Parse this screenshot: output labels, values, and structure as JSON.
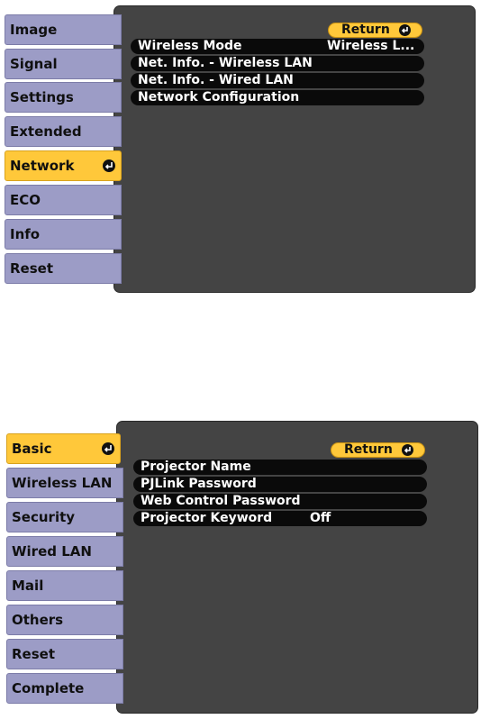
{
  "top_menu": {
    "tabs": [
      {
        "label": "Image"
      },
      {
        "label": "Signal"
      },
      {
        "label": "Settings"
      },
      {
        "label": "Extended"
      },
      {
        "label": "Network",
        "active": true
      },
      {
        "label": "ECO"
      },
      {
        "label": "Info"
      },
      {
        "label": "Reset"
      }
    ],
    "return_label": "Return",
    "rows": [
      {
        "label": "Wireless Mode",
        "value": "Wireless L..."
      },
      {
        "label": "Net. Info. - Wireless LAN",
        "value": ""
      },
      {
        "label": "Net. Info. - Wired LAN",
        "value": ""
      },
      {
        "label": "Network Configuration",
        "value": ""
      }
    ]
  },
  "bottom_menu": {
    "tabs": [
      {
        "label": "Basic",
        "active": true
      },
      {
        "label": "Wireless LAN"
      },
      {
        "label": "Security"
      },
      {
        "label": "Wired LAN"
      },
      {
        "label": "Mail"
      },
      {
        "label": "Others"
      },
      {
        "label": "Reset"
      },
      {
        "label": "Complete"
      }
    ],
    "return_label": "Return",
    "rows": [
      {
        "label": "Projector Name",
        "value": ""
      },
      {
        "label": "PJLink Password",
        "value": ""
      },
      {
        "label": "Web Control Password",
        "value": ""
      },
      {
        "label": "Projector Keyword",
        "value": "Off"
      }
    ]
  },
  "colors": {
    "tab_inactive": "#9c9cc6",
    "tab_active": "#ffc83a",
    "panel": "#444444",
    "row": "#0a0a0a"
  },
  "icons": {
    "enter": "enter-icon"
  }
}
